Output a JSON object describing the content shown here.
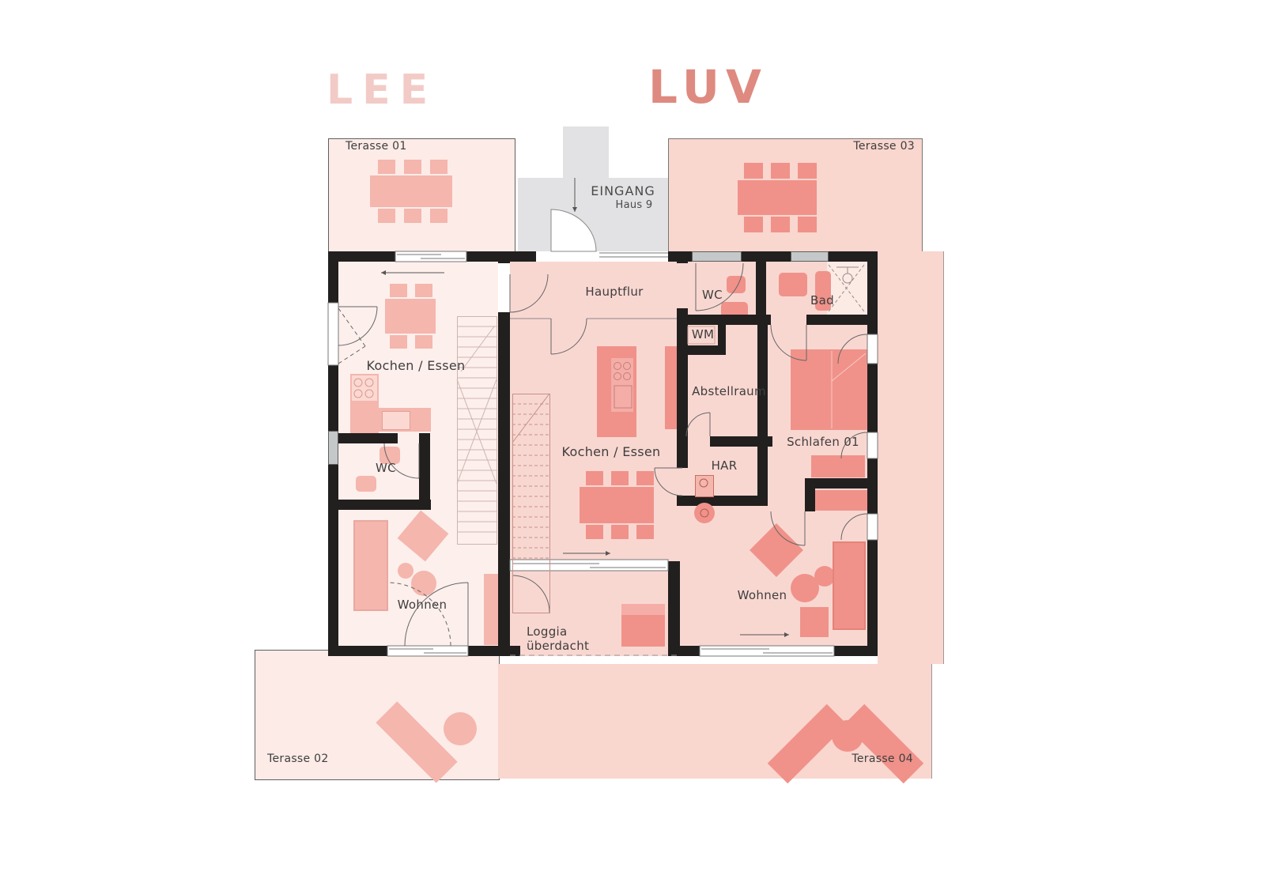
{
  "titles": {
    "lee": "LEE",
    "luv": "LUV"
  },
  "entrance": {
    "label": "EINGANG",
    "sublabel": "Haus 9"
  },
  "terraces": {
    "t1": "Terasse 01",
    "t2": "Terasse 02",
    "t3": "Terasse 03",
    "t4": "Terasse 04"
  },
  "lee": {
    "kochen": "Kochen / Essen",
    "wc": "WC",
    "wohnen": "Wohnen"
  },
  "luv": {
    "hauptflur": "Hauptflur",
    "wc": "WC",
    "bad": "Bad",
    "wm": "WM",
    "abstellraum": "Abstellraum",
    "schlafen": "Schlafen 01",
    "har": "HAR",
    "kochen": "Kochen / Essen",
    "wohnen": "Wohnen",
    "loggia1": "Loggia",
    "loggia2": "überdacht"
  },
  "colors": {
    "wall": "#221f1f",
    "floor_left_unit": "#fdefec",
    "floor_right_unit": "#f9d7d1",
    "terrace_light": "#fcebe7",
    "terrace_dark": "#f9d6ce",
    "furniture_left": "#f4b6ad",
    "furniture_right": "#f0928a",
    "entry_gray": "#e2e2e4",
    "window_gray": "#c4c8c8",
    "title_lee": "#f2cbc6",
    "title_luv": "#de8a80",
    "label_text": "#3e3e3e"
  }
}
